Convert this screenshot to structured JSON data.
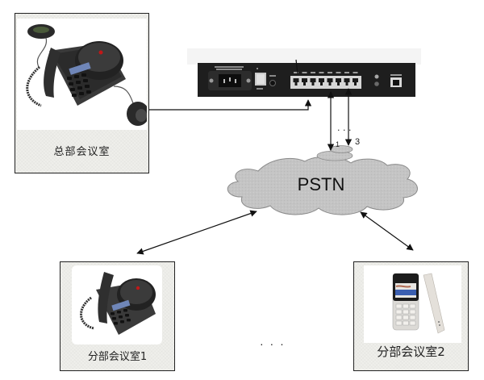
{
  "diagram": {
    "type": "network-topology",
    "network": {
      "label": "PSTN",
      "fill": "#c4c4c4",
      "stroke": "#7a7a7a"
    },
    "device": {
      "description": "conference bridge rear panel",
      "body_color": "#1e1e1e",
      "power_switch_color": "#c9c9c9",
      "port_count": 8
    },
    "rooms": [
      {
        "id": "hq",
        "label": "总部会议室",
        "equipment": "conference-phone-with-extension-mics"
      },
      {
        "id": "branch1",
        "label": "分部会议室1",
        "equipment": "conference-phone"
      },
      {
        "id": "branch2",
        "label": "分部会议室2",
        "equipment": "mobile-phone"
      }
    ],
    "line_labels": {
      "line_1": "1",
      "line_3": "3",
      "between_lines": "· · ·"
    },
    "between_branches": "· · ·",
    "connections": [
      {
        "from": "hq",
        "to": "device",
        "style": "single-arrow"
      },
      {
        "from": "device",
        "to": "PSTN",
        "label": "1",
        "style": "single-arrow"
      },
      {
        "from": "device",
        "to": "PSTN",
        "label": "3",
        "style": "single-arrow"
      },
      {
        "from": "PSTN",
        "to": "branch1",
        "style": "double-arrow"
      },
      {
        "from": "PSTN",
        "to": "branch2",
        "style": "double-arrow"
      }
    ],
    "colors": {
      "line": "#111111",
      "box_border": "#222222",
      "box_bg": "#efefeb"
    }
  }
}
